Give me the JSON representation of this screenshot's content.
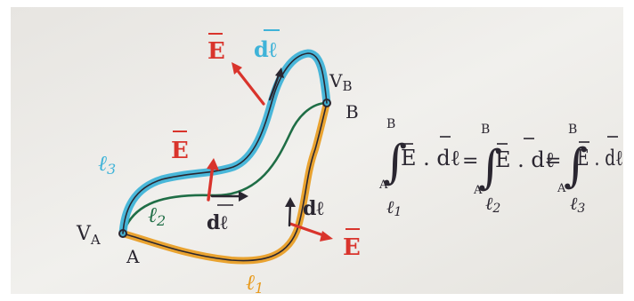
{
  "labels": {
    "point_a": "A",
    "point_b": "B",
    "potential_a": "V",
    "potential_a_sub": "A",
    "potential_b": "V",
    "potential_b_sub": "B",
    "path_1": "ℓ",
    "path_1_sub": "1",
    "path_2": "ℓ",
    "path_2_sub": "2",
    "path_3": "ℓ",
    "path_3_sub": "3",
    "e_vector": "E",
    "dl_vector": "dℓ"
  },
  "equation": {
    "terms": [
      {
        "upper": "B",
        "lower": "A",
        "integrand": "E . dℓ",
        "path": "ℓ",
        "path_sub": "1"
      },
      {
        "upper": "B",
        "lower": "A",
        "integrand": "E . dℓ",
        "path": "ℓ",
        "path_sub": "2"
      },
      {
        "upper": "B",
        "lower": "A",
        "integrand": "E . dℓ",
        "path": "ℓ",
        "path_sub": "3"
      }
    ],
    "equals": "="
  },
  "colors": {
    "background": "#ffffff",
    "paper": "#eceae6",
    "paper_edge": "#f6f5f2",
    "ink_dark": "#2a2630",
    "path_1": "#e89a1c",
    "path_2": "#1f6e46",
    "path_3": "#3fb3d8",
    "vector_red": "#d9342c"
  }
}
